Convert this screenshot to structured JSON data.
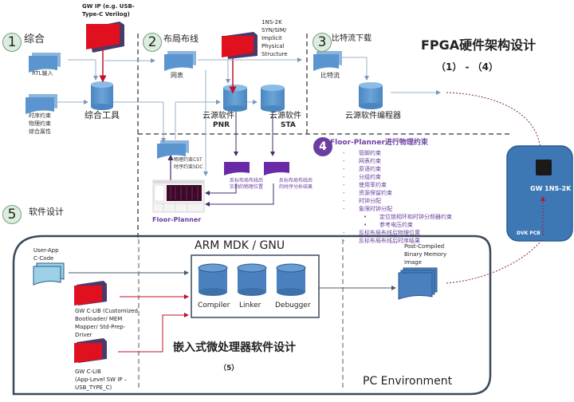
{
  "title": {
    "main": "FPGA硬件架构设计",
    "sub": "（1） -  （4）"
  },
  "step1": {
    "number": "1",
    "label": "综合",
    "gw_ip": [
      "GW IP (e.g. USB-",
      "Type-C Verilog)"
    ],
    "rtl_input": "RTL输入",
    "constraints": [
      "时序约束",
      "物理约束",
      "综合属性"
    ],
    "tool": "综合工具"
  },
  "step2": {
    "number": "2",
    "label": "布局布线",
    "netlist": "网表",
    "structure": [
      "1NS-2K",
      "SYN/SIM/",
      "Implicit",
      "Physical",
      "Structure"
    ],
    "pnr": [
      "云源软件",
      "PNR"
    ],
    "sta": [
      "云源软件",
      "STA"
    ],
    "cst": [
      "物理约束CST",
      "时序约束SDC"
    ],
    "back_annot_pos": [
      "反标布局布线后",
      "实例的物理位置"
    ],
    "back_annot_timing": [
      "反标布局布线后",
      "的时序分析结果"
    ],
    "floor_planner": "Floor-Planner"
  },
  "step3": {
    "number": "3",
    "label": "比特流下载",
    "bitstream": "比特流",
    "programmer": "云源软件编程器"
  },
  "step4": {
    "number": "4",
    "heading": "Floor-Planner进行物理约束",
    "items": [
      {
        "bullet": "-",
        "text": "管脚约束"
      },
      {
        "bullet": "-",
        "text": "网表约束"
      },
      {
        "bullet": "-",
        "text": "原语约束"
      },
      {
        "bullet": "-",
        "text": "分组约束"
      },
      {
        "bullet": "-",
        "text": "使用率约束"
      },
      {
        "bullet": "-",
        "text": "资源保留约束"
      },
      {
        "bullet": "-",
        "text": "时钟分配"
      },
      {
        "bullet": "-",
        "text": "象限时钟分配"
      },
      {
        "bullet": "•",
        "text": "定位锁相环和时钟分频器约束",
        "indent": true
      },
      {
        "bullet": "•",
        "text": "参考电压约束",
        "indent": true
      },
      {
        "bullet": "-",
        "text": "反标布局布线后物理位置"
      },
      {
        "bullet": "-",
        "text": "反标布局布线后时序结果"
      }
    ]
  },
  "board": {
    "chip_label": "GW 1NS-2K",
    "pcb_label": "DVK PCB"
  },
  "step5": {
    "number": "5",
    "label": "软件设计",
    "user_app": [
      "User-App",
      "C-Code"
    ],
    "clib1": [
      "GW C-LIB  (Customized",
      "Bootloader/ MEM",
      "Mapper/ Std-Prep-",
      "Driver"
    ],
    "clib2": [
      "GW C-LIB",
      "(App-Level SW IP –",
      "USB_TYPE_C)"
    ],
    "toolchain_title": "ARM MDK / GNU",
    "tools": [
      "Compiler",
      "Linker",
      "Debugger"
    ],
    "binary": [
      "Post-Compiled",
      "Binary Memory",
      "Image"
    ],
    "heading": "嵌入式微处理器软件设计",
    "heading_sub": "（5）",
    "env": "PC Environment"
  }
}
